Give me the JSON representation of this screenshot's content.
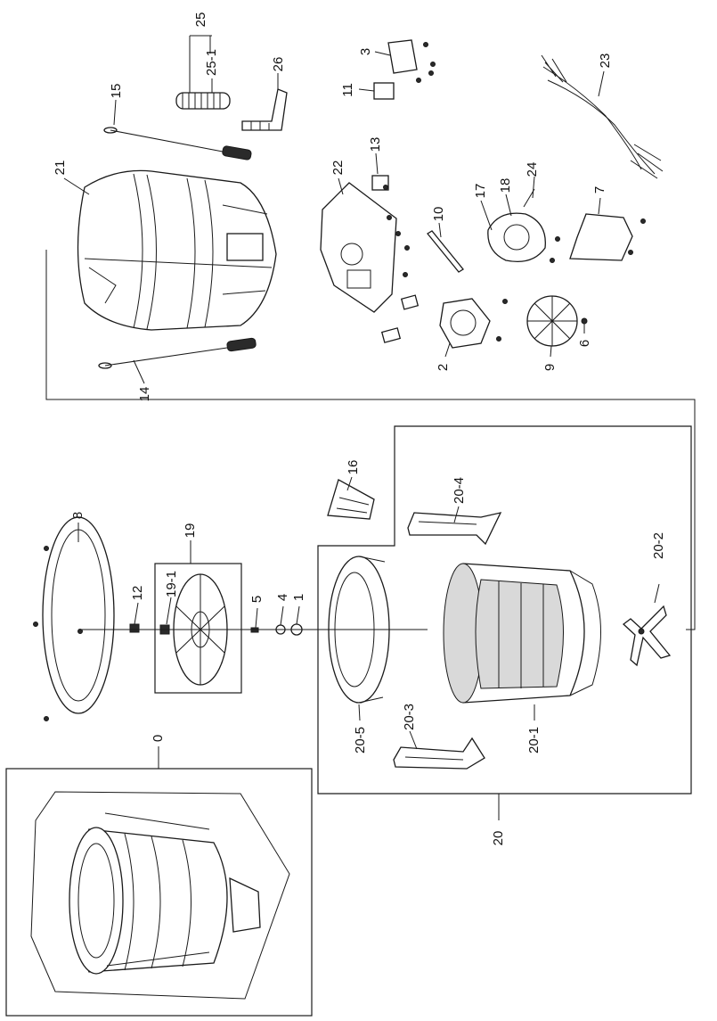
{
  "callouts": {
    "c0": "0",
    "c1": "1",
    "c2": "2",
    "c3": "3",
    "c4": "4",
    "c5": "5",
    "c6": "6",
    "c7": "7",
    "c8": "8",
    "c9": "9",
    "c10": "10",
    "c11": "11",
    "c12": "12",
    "c13": "13",
    "c14": "14",
    "c15": "15",
    "c16": "16",
    "c17": "17",
    "c18": "18",
    "c19": "19",
    "c19_1": "19-1",
    "c20": "20",
    "c20_1": "20-1",
    "c20_2": "20-2",
    "c20_3": "20-3",
    "c20_4": "20-4",
    "c20_5": "20-5",
    "c21": "21",
    "c22": "22",
    "c23": "23",
    "c24": "24",
    "c25": "25",
    "c25_1": "25-1",
    "c26": "26"
  }
}
